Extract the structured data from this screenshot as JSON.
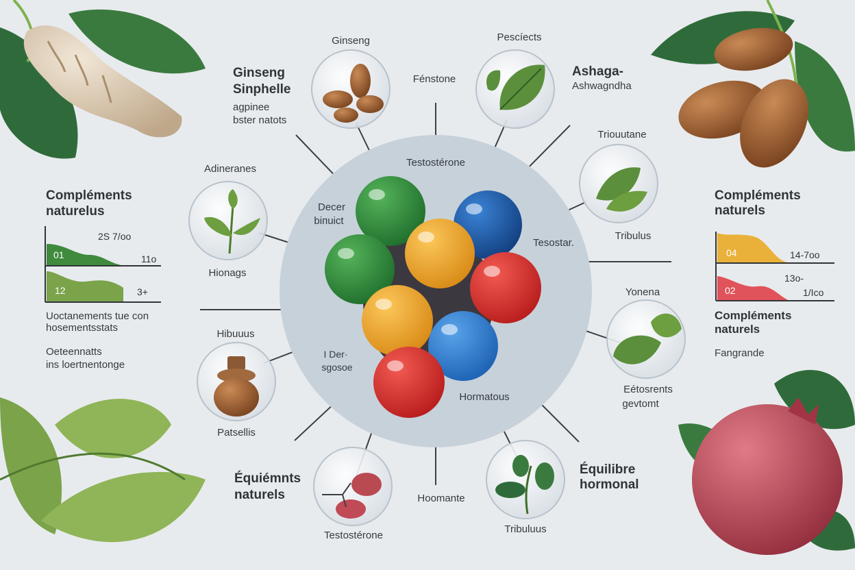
{
  "center": {
    "top_label": "Testostérone",
    "left_label_1": "Decer",
    "left_label_2": "biпuict",
    "right_label": "Tesostar.",
    "bottom_left_label_1": "I Der·",
    "bottom_left_label_2": "sgosoe",
    "bottom_right_label": "Hormatous"
  },
  "herbs": {
    "ginseng_top": "Ginseng",
    "pesciects": "Pescíects",
    "fenstone": "Fénstone",
    "adineranes": "Adineranes",
    "hionags": "Hionags",
    "triouutane": "Triouutane",
    "tribulus": "Tribulus",
    "yonena": "Yonena",
    "hibuuus": "Hibuuus",
    "patsellis": "Patsellis",
    "testosterone_bottom": "Testostérone",
    "hoomante": "Hoomante",
    "tribuluus": "Tribuluus",
    "etosrents_1": "Eétosrents",
    "etosrents_2": "gevtomt"
  },
  "headings": {
    "ginseng_1": "Ginseng",
    "ginseng_2": "Sinphelle",
    "ginseng_sub_1": "agpinee",
    "ginseng_sub_2": "bster natots",
    "ashwa_1": "Ashaga-",
    "ashwa_2": "Ashwagndha",
    "equi_left_1": "Équiémnts",
    "equi_left_2": "naturels",
    "equi_right_1": "Équilibre",
    "equi_right_2": "hormonal"
  },
  "left_panel": {
    "title_1": "Compléments",
    "title_2": "naturelus",
    "desc_1": "Uoctanements tue con",
    "desc_2": "hosementsstats",
    "desc_3": "Oeteennatts",
    "desc_4": "ins loertnentonge"
  },
  "right_panel": {
    "title_1": "Compléments",
    "title_2": "naturels",
    "sub_title_1": "Compléments",
    "sub_title_2": "naturels",
    "note": "Fangrande"
  },
  "chart_data": [
    {
      "type": "area",
      "panel": "left",
      "series": [
        {
          "label": "01",
          "value_label": "2S 7/oo",
          "end_label": "11o",
          "color": "#3f8a3c"
        },
        {
          "label": "12",
          "end_label": "3+",
          "color": "#7aa34a"
        }
      ]
    },
    {
      "type": "area",
      "panel": "right",
      "series": [
        {
          "label": "04",
          "end_label": "14-7oo",
          "color": "#eab13a"
        },
        {
          "label": "02",
          "value_label": "13o-",
          "end_label": "1/Ico",
          "color": "#e1535a"
        }
      ]
    }
  ],
  "colors": {
    "background": "#e8ebee",
    "hub": "#c7d1da",
    "green": "#2e8b3a",
    "blue": "#1f5fae",
    "yellow": "#f0a92b",
    "red": "#e0302e",
    "leaf": "#5b8f3c"
  }
}
